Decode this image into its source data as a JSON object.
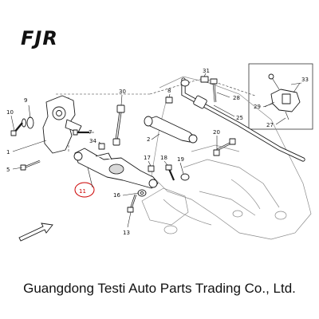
{
  "logo": {
    "text": "FJR"
  },
  "footer": {
    "company": "Guangdong Testi Auto Parts Trading Co., Ltd."
  },
  "callouts": {
    "c1": "1",
    "c2": "2",
    "c5": "5",
    "c7": "7",
    "c8": "8",
    "c9": "9",
    "c10": "10",
    "c11": "11",
    "c13": "13",
    "c16": "16",
    "c17": "17",
    "c18": "18",
    "c19": "19",
    "c20": "20",
    "c25": "25",
    "c27": "27",
    "c28": "28",
    "c29": "29",
    "c30": "30",
    "c31": "31",
    "c33": "33",
    "c34": "34"
  },
  "colors": {
    "highlight": "#cc0000",
    "line": "#1a1a1a",
    "text": "#111111"
  },
  "icons": {
    "direction": "direction-arrow-icon"
  }
}
